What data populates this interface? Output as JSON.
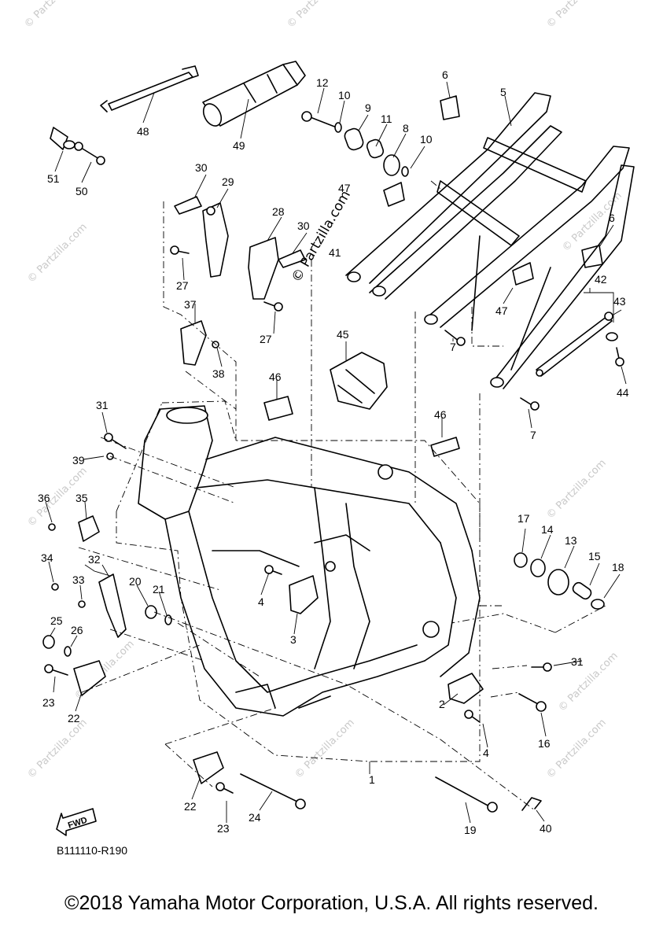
{
  "diagram": {
    "reference_code": "B111110-R190",
    "fwd_label": "FWD",
    "watermark": "© Partzilla.com",
    "callouts": [
      "1",
      "2",
      "3",
      "4",
      "5",
      "6",
      "7",
      "8",
      "9",
      "10",
      "11",
      "12",
      "13",
      "14",
      "15",
      "16",
      "17",
      "18",
      "19",
      "20",
      "21",
      "22",
      "23",
      "24",
      "25",
      "26",
      "27",
      "28",
      "29",
      "30",
      "31",
      "32",
      "33",
      "34",
      "35",
      "36",
      "37",
      "38",
      "39",
      "40",
      "41",
      "42",
      "43",
      "44",
      "45",
      "46",
      "47",
      "48",
      "49",
      "50",
      "51"
    ]
  },
  "footer": {
    "copyright": "©2018 Yamaha Motor Corporation, U.S.A. All rights reserved."
  }
}
